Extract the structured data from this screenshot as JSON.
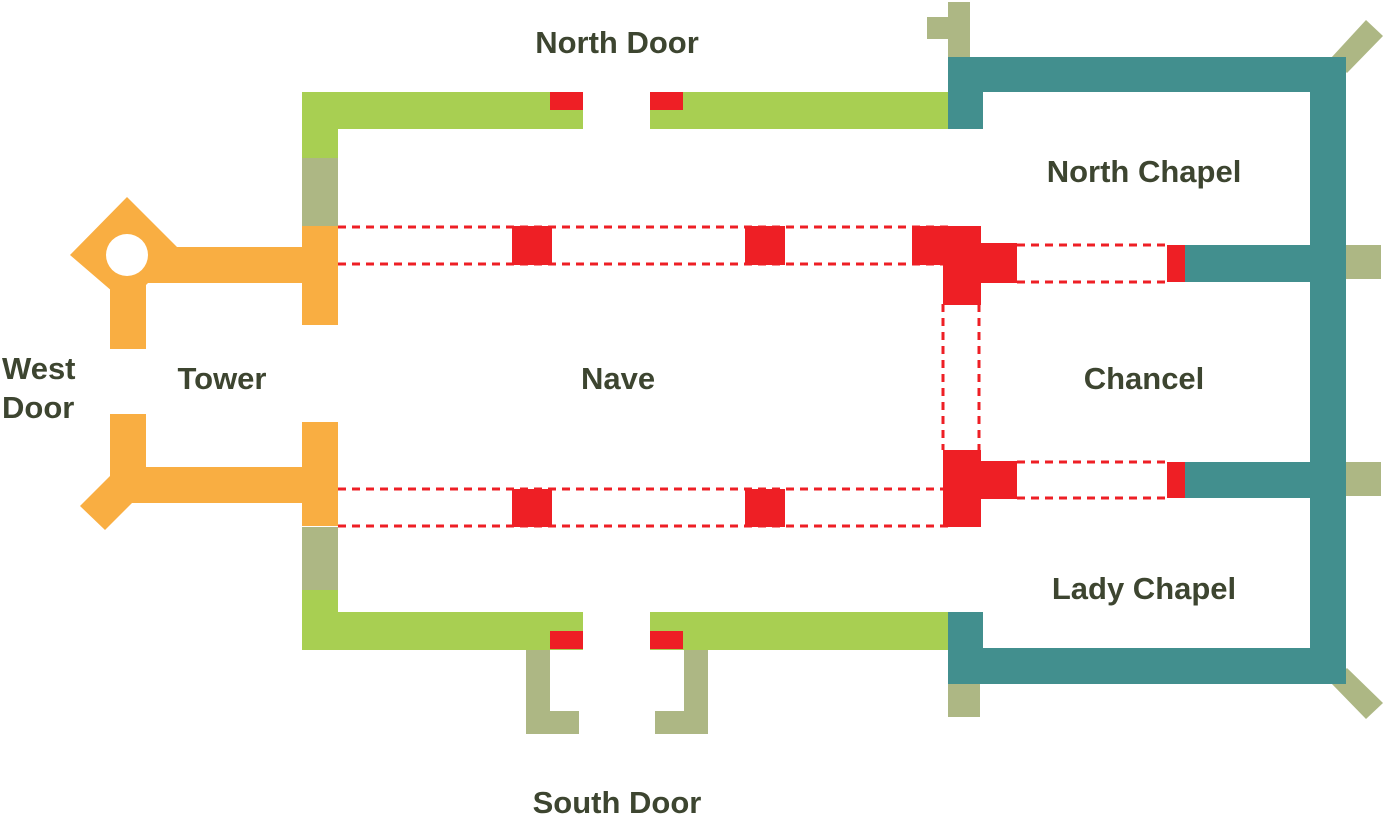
{
  "labels": {
    "north_door": "North Door",
    "south_door": "South Door",
    "west_door_line1": "West",
    "west_door_line2": "Door",
    "tower": "Tower",
    "nave": "Nave",
    "chancel": "Chancel",
    "north_chapel": "North Chapel",
    "lady_chapel": "Lady Chapel"
  },
  "colors": {
    "nave_walls": "#a8cf52",
    "tower": "#f9ae42",
    "chancel_walls": "#428f8e",
    "buttresses": "#adb784",
    "piers": "#ee1f25",
    "arcade_lines": "#ee1f25",
    "text": "#3d4530"
  }
}
